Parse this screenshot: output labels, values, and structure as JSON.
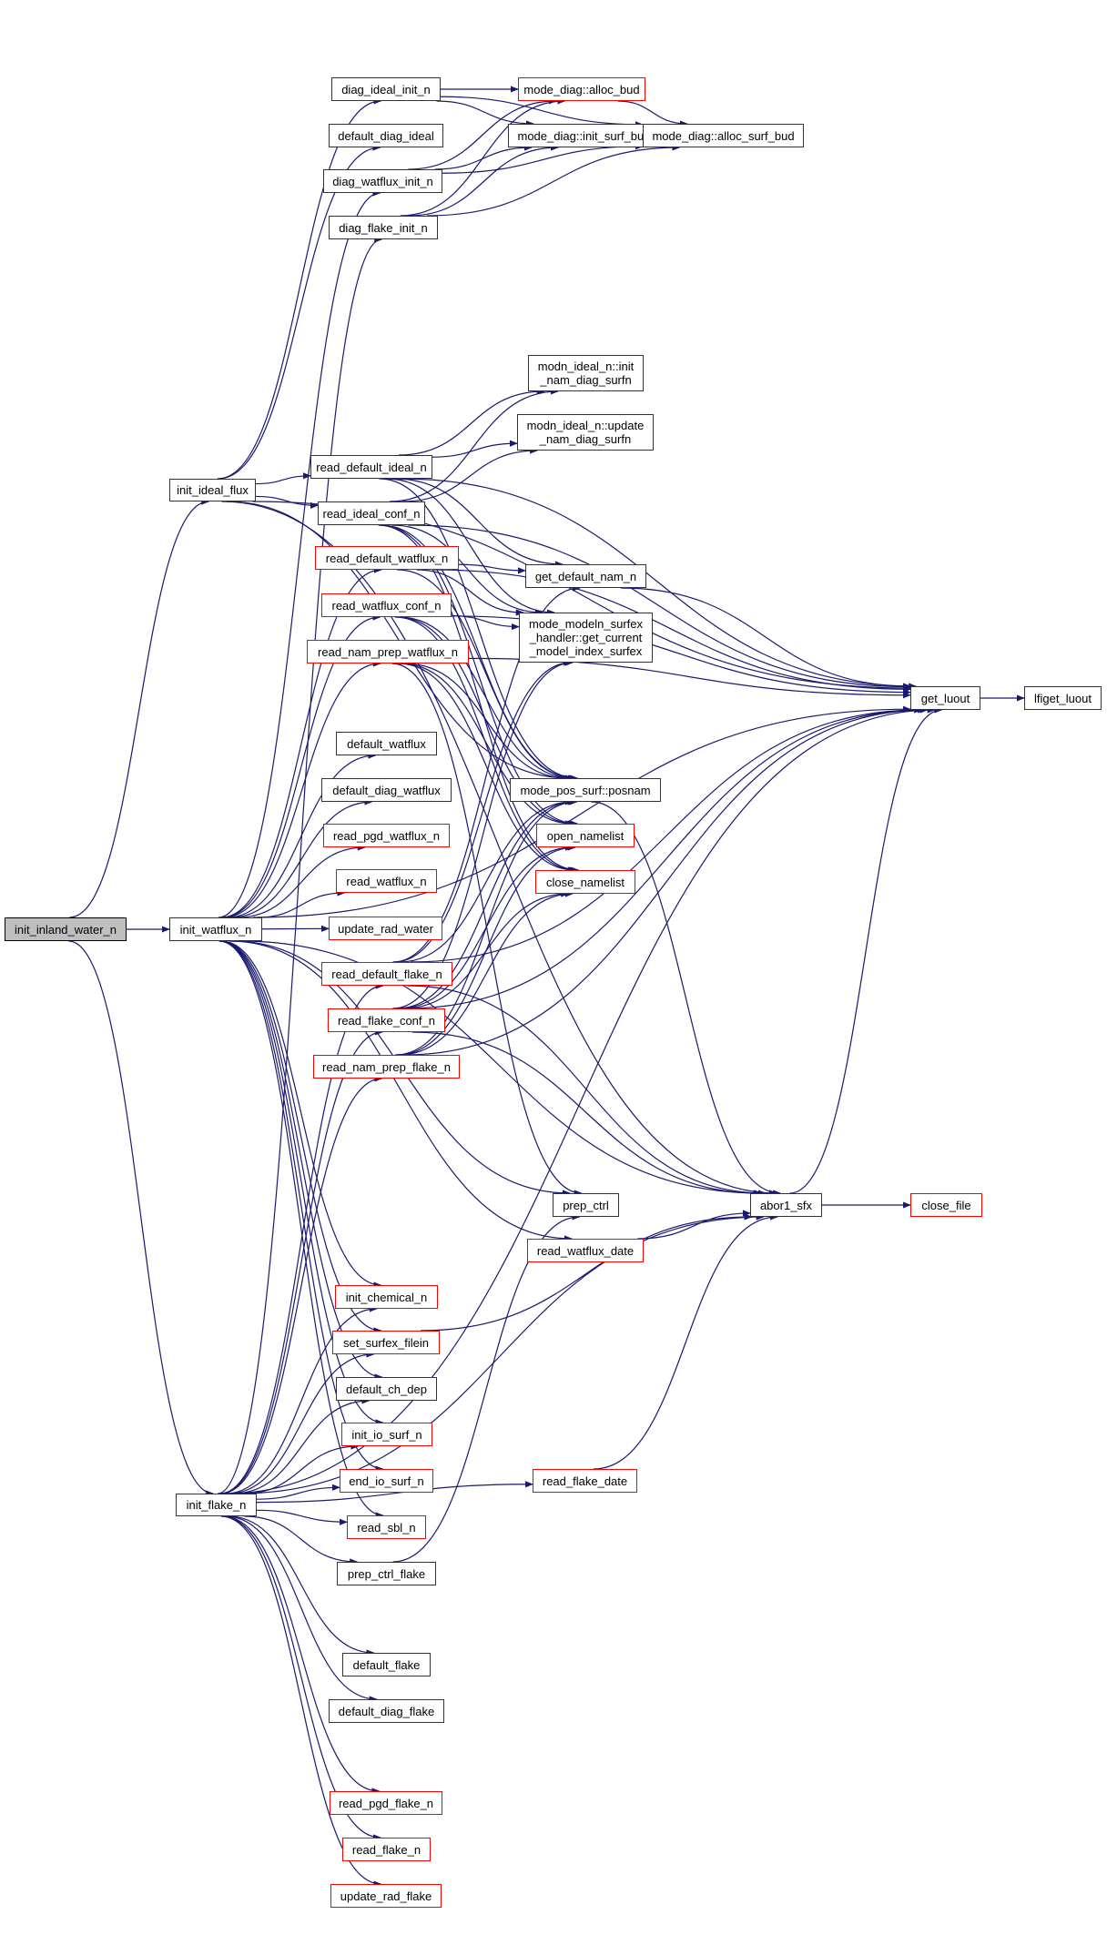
{
  "colors": {
    "edge": "#191970",
    "node_border": "#333333",
    "missing_border": "#ff0000",
    "root_fill": "#bfbfbf"
  },
  "nodes": [
    {
      "id": "init_inland_water_n",
      "label": "init_inland_water_n",
      "root": true
    },
    {
      "id": "init_ideal_flux",
      "label": "init_ideal_flux"
    },
    {
      "id": "init_watflux_n",
      "label": "init_watflux_n"
    },
    {
      "id": "init_flake_n",
      "label": "init_flake_n"
    },
    {
      "id": "diag_ideal_init_n",
      "label": "diag_ideal_init_n"
    },
    {
      "id": "default_diag_ideal",
      "label": "default_diag_ideal"
    },
    {
      "id": "diag_watflux_init_n",
      "label": "diag_watflux_init_n"
    },
    {
      "id": "diag_flake_init_n",
      "label": "diag_flake_init_n"
    },
    {
      "id": "mode_diag_alloc_bud",
      "label": "mode_diag::alloc_bud",
      "red": true
    },
    {
      "id": "mode_diag_init_surf_bud",
      "label": "mode_diag::init_surf_bud"
    },
    {
      "id": "mode_diag_alloc_surf_bud",
      "label": "mode_diag::alloc_surf_bud"
    },
    {
      "id": "modn_ideal_init",
      "label": "modn_ideal_n::init\n_nam_diag_surfn"
    },
    {
      "id": "modn_ideal_update",
      "label": "modn_ideal_n::update\n_nam_diag_surfn"
    },
    {
      "id": "read_default_ideal_n",
      "label": "read_default_ideal_n"
    },
    {
      "id": "read_ideal_conf_n",
      "label": "read_ideal_conf_n"
    },
    {
      "id": "read_default_watflux_n",
      "label": "read_default_watflux_n",
      "red": true
    },
    {
      "id": "read_watflux_conf_n",
      "label": "read_watflux_conf_n",
      "red": true
    },
    {
      "id": "read_nam_prep_watflux_n",
      "label": "read_nam_prep_watflux_n",
      "red": true
    },
    {
      "id": "get_default_nam_n",
      "label": "get_default_nam_n"
    },
    {
      "id": "mode_modeln",
      "label": "mode_modeln_surfex\n_handler::get_current\n_model_index_surfex"
    },
    {
      "id": "get_luout",
      "label": "get_luout"
    },
    {
      "id": "lfiget_luout",
      "label": "lfiget_luout"
    },
    {
      "id": "default_watflux",
      "label": "default_watflux"
    },
    {
      "id": "default_diag_watflux",
      "label": "default_diag_watflux"
    },
    {
      "id": "mode_pos_surf_posnam",
      "label": "mode_pos_surf::posnam"
    },
    {
      "id": "read_pgd_watflux_n",
      "label": "read_pgd_watflux_n",
      "red": true
    },
    {
      "id": "open_namelist",
      "label": "open_namelist",
      "red": true
    },
    {
      "id": "read_watflux_n",
      "label": "read_watflux_n",
      "red": true
    },
    {
      "id": "close_namelist",
      "label": "close_namelist",
      "red": true
    },
    {
      "id": "update_rad_water",
      "label": "update_rad_water",
      "red": true
    },
    {
      "id": "read_default_flake_n",
      "label": "read_default_flake_n",
      "red": true
    },
    {
      "id": "read_flake_conf_n",
      "label": "read_flake_conf_n",
      "red": true
    },
    {
      "id": "read_nam_prep_flake_n",
      "label": "read_nam_prep_flake_n",
      "red": true
    },
    {
      "id": "prep_ctrl",
      "label": "prep_ctrl"
    },
    {
      "id": "abor1_sfx",
      "label": "abor1_sfx"
    },
    {
      "id": "close_file",
      "label": "close_file",
      "red": true
    },
    {
      "id": "read_watflux_date",
      "label": "read_watflux_date",
      "red": true
    },
    {
      "id": "init_chemical_n",
      "label": "init_chemical_n",
      "red": true
    },
    {
      "id": "set_surfex_filein",
      "label": "set_surfex_filein",
      "red": true
    },
    {
      "id": "default_ch_dep",
      "label": "default_ch_dep"
    },
    {
      "id": "init_io_surf_n",
      "label": "init_io_surf_n",
      "red": true
    },
    {
      "id": "end_io_surf_n",
      "label": "end_io_surf_n",
      "red": true
    },
    {
      "id": "read_flake_date",
      "label": "read_flake_date",
      "red": true
    },
    {
      "id": "read_sbl_n",
      "label": "read_sbl_n",
      "red": true
    },
    {
      "id": "prep_ctrl_flake",
      "label": "prep_ctrl_flake"
    },
    {
      "id": "default_flake",
      "label": "default_flake"
    },
    {
      "id": "default_diag_flake",
      "label": "default_diag_flake"
    },
    {
      "id": "read_pgd_flake_n",
      "label": "read_pgd_flake_n",
      "red": true
    },
    {
      "id": "read_flake_n",
      "label": "read_flake_n",
      "red": true
    },
    {
      "id": "update_rad_flake",
      "label": "update_rad_flake",
      "red": true
    }
  ],
  "edges": [
    [
      "init_inland_water_n",
      "init_ideal_flux"
    ],
    [
      "init_inland_water_n",
      "init_watflux_n"
    ],
    [
      "init_inland_water_n",
      "init_flake_n"
    ],
    [
      "init_ideal_flux",
      "diag_ideal_init_n"
    ],
    [
      "init_ideal_flux",
      "default_diag_ideal"
    ],
    [
      "init_ideal_flux",
      "read_default_ideal_n"
    ],
    [
      "init_ideal_flux",
      "read_ideal_conf_n"
    ],
    [
      "init_ideal_flux",
      "get_luout"
    ],
    [
      "init_ideal_flux",
      "abor1_sfx"
    ],
    [
      "init_ideal_flux",
      "mode_pos_surf_posnam"
    ],
    [
      "diag_ideal_init_n",
      "mode_diag_alloc_bud"
    ],
    [
      "diag_ideal_init_n",
      "mode_diag_init_surf_bud"
    ],
    [
      "diag_ideal_init_n",
      "mode_diag_alloc_surf_bud"
    ],
    [
      "mode_diag_alloc_bud",
      "mode_diag_alloc_surf_bud"
    ],
    [
      "diag_watflux_init_n",
      "mode_diag_alloc_bud"
    ],
    [
      "diag_watflux_init_n",
      "mode_diag_init_surf_bud"
    ],
    [
      "diag_watflux_init_n",
      "mode_diag_alloc_surf_bud"
    ],
    [
      "diag_flake_init_n",
      "mode_diag_alloc_bud"
    ],
    [
      "diag_flake_init_n",
      "mode_diag_init_surf_bud"
    ],
    [
      "diag_flake_init_n",
      "mode_diag_alloc_surf_bud"
    ],
    [
      "read_default_ideal_n",
      "modn_ideal_init"
    ],
    [
      "read_default_ideal_n",
      "modn_ideal_update"
    ],
    [
      "read_default_ideal_n",
      "get_default_nam_n"
    ],
    [
      "read_default_ideal_n",
      "mode_modeln"
    ],
    [
      "read_default_ideal_n",
      "mode_pos_surf_posnam"
    ],
    [
      "read_default_ideal_n",
      "get_luout"
    ],
    [
      "read_ideal_conf_n",
      "modn_ideal_init"
    ],
    [
      "read_ideal_conf_n",
      "modn_ideal_update"
    ],
    [
      "read_ideal_conf_n",
      "mode_modeln"
    ],
    [
      "read_ideal_conf_n",
      "mode_pos_surf_posnam"
    ],
    [
      "read_ideal_conf_n",
      "open_namelist"
    ],
    [
      "read_ideal_conf_n",
      "close_namelist"
    ],
    [
      "read_ideal_conf_n",
      "get_luout"
    ],
    [
      "read_default_watflux_n",
      "get_default_nam_n"
    ],
    [
      "read_default_watflux_n",
      "mode_modeln"
    ],
    [
      "read_default_watflux_n",
      "mode_pos_surf_posnam"
    ],
    [
      "read_default_watflux_n",
      "get_luout"
    ],
    [
      "read_watflux_conf_n",
      "mode_modeln"
    ],
    [
      "read_watflux_conf_n",
      "mode_pos_surf_posnam"
    ],
    [
      "read_watflux_conf_n",
      "open_namelist"
    ],
    [
      "read_watflux_conf_n",
      "close_namelist"
    ],
    [
      "read_watflux_conf_n",
      "get_luout"
    ],
    [
      "read_nam_prep_watflux_n",
      "mode_pos_surf_posnam"
    ],
    [
      "read_nam_prep_watflux_n",
      "open_namelist"
    ],
    [
      "read_nam_prep_watflux_n",
      "close_namelist"
    ],
    [
      "read_nam_prep_watflux_n",
      "prep_ctrl"
    ],
    [
      "read_nam_prep_watflux_n",
      "get_luout"
    ],
    [
      "get_default_nam_n",
      "get_luout"
    ],
    [
      "get_luout",
      "lfiget_luout"
    ],
    [
      "mode_pos_surf_posnam",
      "abor1_sfx"
    ],
    [
      "init_watflux_n",
      "diag_watflux_init_n"
    ],
    [
      "init_watflux_n",
      "read_default_watflux_n"
    ],
    [
      "init_watflux_n",
      "read_watflux_conf_n"
    ],
    [
      "init_watflux_n",
      "read_nam_prep_watflux_n"
    ],
    [
      "init_watflux_n",
      "default_watflux"
    ],
    [
      "init_watflux_n",
      "default_diag_watflux"
    ],
    [
      "init_watflux_n",
      "read_pgd_watflux_n"
    ],
    [
      "init_watflux_n",
      "read_watflux_n"
    ],
    [
      "init_watflux_n",
      "update_rad_water"
    ],
    [
      "init_watflux_n",
      "prep_ctrl"
    ],
    [
      "init_watflux_n",
      "read_watflux_date"
    ],
    [
      "init_watflux_n",
      "abor1_sfx"
    ],
    [
      "init_watflux_n",
      "init_chemical_n"
    ],
    [
      "init_watflux_n",
      "set_surfex_filein"
    ],
    [
      "init_watflux_n",
      "default_ch_dep"
    ],
    [
      "init_watflux_n",
      "init_io_surf_n"
    ],
    [
      "init_watflux_n",
      "end_io_surf_n"
    ],
    [
      "init_watflux_n",
      "read_sbl_n"
    ],
    [
      "init_watflux_n",
      "get_luout"
    ],
    [
      "read_default_flake_n",
      "get_default_nam_n"
    ],
    [
      "read_default_flake_n",
      "mode_modeln"
    ],
    [
      "read_default_flake_n",
      "mode_pos_surf_posnam"
    ],
    [
      "read_default_flake_n",
      "get_luout"
    ],
    [
      "read_default_flake_n",
      "abor1_sfx"
    ],
    [
      "read_flake_conf_n",
      "mode_modeln"
    ],
    [
      "read_flake_conf_n",
      "mode_pos_surf_posnam"
    ],
    [
      "read_flake_conf_n",
      "open_namelist"
    ],
    [
      "read_flake_conf_n",
      "close_namelist"
    ],
    [
      "read_flake_conf_n",
      "get_luout"
    ],
    [
      "read_flake_conf_n",
      "abor1_sfx"
    ],
    [
      "read_nam_prep_flake_n",
      "mode_pos_surf_posnam"
    ],
    [
      "read_nam_prep_flake_n",
      "open_namelist"
    ],
    [
      "read_nam_prep_flake_n",
      "close_namelist"
    ],
    [
      "read_nam_prep_flake_n",
      "get_luout"
    ],
    [
      "abor1_sfx",
      "close_file"
    ],
    [
      "abor1_sfx",
      "get_luout"
    ],
    [
      "read_watflux_date",
      "abor1_sfx"
    ],
    [
      "set_surfex_filein",
      "abor1_sfx"
    ],
    [
      "read_flake_date",
      "abor1_sfx"
    ],
    [
      "prep_ctrl_flake",
      "prep_ctrl"
    ],
    [
      "init_flake_n",
      "diag_flake_init_n"
    ],
    [
      "init_flake_n",
      "read_default_flake_n"
    ],
    [
      "init_flake_n",
      "read_flake_conf_n"
    ],
    [
      "init_flake_n",
      "read_nam_prep_flake_n"
    ],
    [
      "init_flake_n",
      "init_chemical_n"
    ],
    [
      "init_flake_n",
      "set_surfex_filein"
    ],
    [
      "init_flake_n",
      "default_ch_dep"
    ],
    [
      "init_flake_n",
      "init_io_surf_n"
    ],
    [
      "init_flake_n",
      "end_io_surf_n"
    ],
    [
      "init_flake_n",
      "read_sbl_n"
    ],
    [
      "init_flake_n",
      "prep_ctrl_flake"
    ],
    [
      "init_flake_n",
      "read_flake_date"
    ],
    [
      "init_flake_n",
      "abor1_sfx"
    ],
    [
      "init_flake_n",
      "default_flake"
    ],
    [
      "init_flake_n",
      "default_diag_flake"
    ],
    [
      "init_flake_n",
      "read_pgd_flake_n"
    ],
    [
      "init_flake_n",
      "read_flake_n"
    ],
    [
      "init_flake_n",
      "update_rad_flake"
    ],
    [
      "init_flake_n",
      "get_luout"
    ]
  ]
}
